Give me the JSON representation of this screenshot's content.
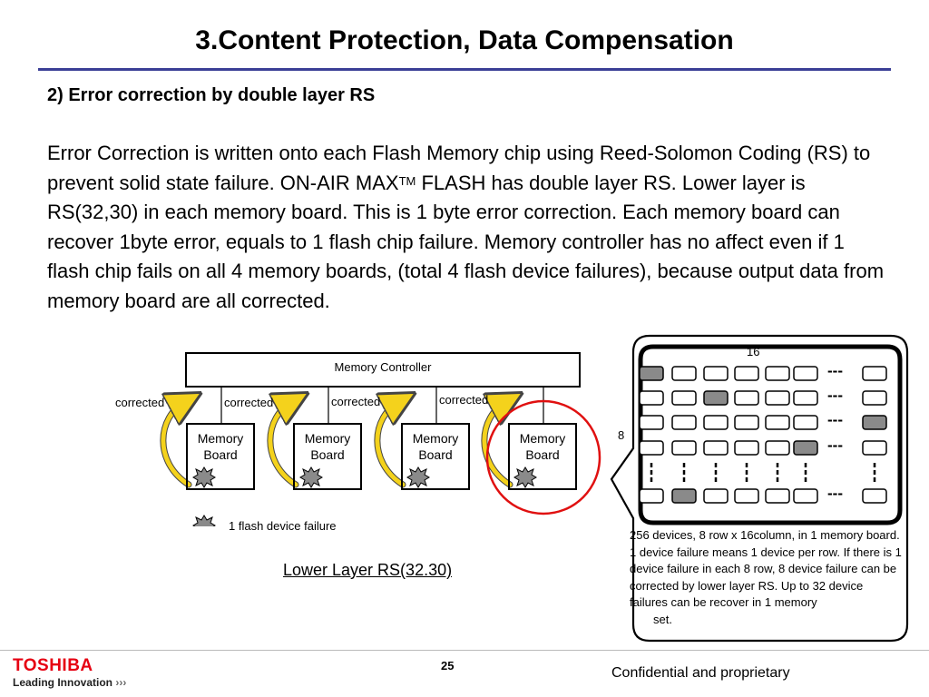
{
  "slide": {
    "title": "3.Content Protection, Data Compensation",
    "subtitle": "2) Error correction by double layer RS",
    "body_part1": "Error Correction is written onto each Flash Memory chip using Reed-Solomon Coding (RS) to prevent solid state failure. ON-AIR MAX",
    "body_sup": "TM",
    "body_part2": " FLASH has double layer RS. Lower layer is RS(32,30) in each memory board. This is 1 byte error correction. Each memory board can recover 1byte error, equals to 1 flash chip failure. Memory controller has no affect even if 1 flash chip fails on all 4 memory boards, (total 4 flash device failures), because  output data from memory board are all corrected."
  },
  "diagram": {
    "controller_label": "Memory Controller",
    "boards": [
      {
        "label_line1": "Memory",
        "label_line2": "Board",
        "status": "corrected"
      },
      {
        "label_line1": "Memory",
        "label_line2": "Board",
        "status": "corrected"
      },
      {
        "label_line1": "Memory",
        "label_line2": "Board",
        "status": "corrected"
      },
      {
        "label_line1": "Memory",
        "label_line2": "Board",
        "status": "corrected"
      }
    ],
    "legend_text": "1 flash device failure",
    "caption": "Lower Layer RS(32.30)",
    "colors": {
      "arrow": "#f4d21c",
      "failure_chip": "#8a8a8a",
      "highlight_circle": "#e01010"
    }
  },
  "grid_panel": {
    "columns_label": "16",
    "rows_label": "8",
    "ellipsis": "---",
    "row_failure_columns": [
      0,
      2,
      6,
      5,
      null,
      null,
      null,
      null,
      1
    ],
    "note": "256 devices, 8 row x 16column,  in 1 memory board. 1 device failure means 1 device per row. If there is 1 device failure in each 8 row, 8 device failure can be corrected by lower layer RS. Up to 32 device failures can be recover in 1 memory",
    "note_last_line": "set."
  },
  "footer": {
    "logo": "TOSHIBA",
    "tagline": "Leading Innovation",
    "tagline_arrows": "›››",
    "page_number": "25",
    "confidential": "Confidential and proprietary"
  }
}
